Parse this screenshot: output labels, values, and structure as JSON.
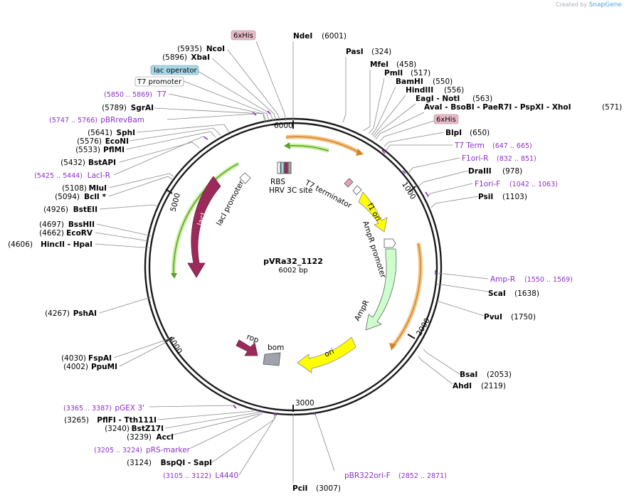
{
  "credit": {
    "prefix": "Created by",
    "brand": "SnapGene"
  },
  "plasmid": {
    "name": "pVRa32_1122",
    "size": "6002 bp"
  },
  "ticks": [
    "1000",
    "2000",
    "3000",
    "4000",
    "5000",
    "6000"
  ],
  "restriction_sites": [
    {
      "name": "NdeI",
      "pos": "(6001)"
    },
    {
      "name": "PasI",
      "pos": "(324)"
    },
    {
      "name": "MfeI",
      "pos": "(458)"
    },
    {
      "name": "PmlI",
      "pos": "(517)"
    },
    {
      "name": "BamHI",
      "pos": "(550)"
    },
    {
      "name": "HindIII",
      "pos": "(556)"
    },
    {
      "name": "EagI - NotI",
      "pos": "(563)"
    },
    {
      "name": "AvaI - BsoBI - PaeR7I - PspXI - XhoI",
      "pos": "(571)"
    },
    {
      "name": "BlpI",
      "pos": "(650)"
    },
    {
      "name": "DraIII",
      "pos": "(978)"
    },
    {
      "name": "PsiI",
      "pos": "(1103)"
    },
    {
      "name": "ScaI",
      "pos": "(1638)"
    },
    {
      "name": "PvuI",
      "pos": "(1750)"
    },
    {
      "name": "BsaI",
      "pos": "(2053)"
    },
    {
      "name": "AhdI",
      "pos": "(2119)"
    },
    {
      "name": "PciI",
      "pos": "(3007)"
    },
    {
      "name": "BspQI - SapI",
      "pos": "(3124)"
    },
    {
      "name": "AccI",
      "pos": "(3239)"
    },
    {
      "name": "BstZ17I",
      "pos": "(3240)"
    },
    {
      "name": "PflFI - Tth111I",
      "pos": "(3265)"
    },
    {
      "name": "PpuMI",
      "pos": "(4002)"
    },
    {
      "name": "FspAI",
      "pos": "(4030)"
    },
    {
      "name": "PshAI",
      "pos": "(4267)"
    },
    {
      "name": "HincII - HpaI",
      "pos": "(4606)"
    },
    {
      "name": "EcoRV",
      "pos": "(4662)"
    },
    {
      "name": "BssHII",
      "pos": "(4697)"
    },
    {
      "name": "BstEII",
      "pos": "(4926)"
    },
    {
      "name": "BclI *",
      "pos": "(5094)"
    },
    {
      "name": "MluI",
      "pos": "(5108)"
    },
    {
      "name": "BstAPI",
      "pos": "(5432)"
    },
    {
      "name": "PflMI",
      "pos": "(5533)"
    },
    {
      "name": "EcoNI",
      "pos": "(5576)"
    },
    {
      "name": "SphI",
      "pos": "(5641)"
    },
    {
      "name": "SgrAI",
      "pos": "(5789)"
    },
    {
      "name": "XbaI",
      "pos": "(5896)"
    },
    {
      "name": "NcoI",
      "pos": "(5935)"
    }
  ],
  "primers": [
    {
      "name": "T7 Term",
      "range": "(647 .. 665)"
    },
    {
      "name": "F1ori-R",
      "range": "(832 .. 851)"
    },
    {
      "name": "F1ori-F",
      "range": "(1042 .. 1063)"
    },
    {
      "name": "Amp-R",
      "range": "(1550 .. 1569)"
    },
    {
      "name": "pBR322ori-F",
      "range": "(2852 .. 2871)"
    },
    {
      "name": "L4440",
      "range": "(3105 .. 3122)"
    },
    {
      "name": "pRS-marker",
      "range": "(3205 .. 3224)"
    },
    {
      "name": "pGEX 3'",
      "range": "(3365 .. 3387)"
    },
    {
      "name": "LacI-R",
      "range": "(5425 .. 5444)"
    },
    {
      "name": "pBRrevBam",
      "range": "(5747 .. 5766)"
    },
    {
      "name": "T7",
      "range": "(5850 .. 5869)"
    }
  ],
  "boxed_features": {
    "his_top": "6xHis",
    "his_right": "6xHis",
    "lac_operator": "lac operator",
    "t7_promoter": "T7 promoter"
  },
  "features": {
    "rbs": "RBS",
    "hrv": "HRV 3C site",
    "t7_terminator": "T7 terminator",
    "f1_ori": "f1 ori",
    "ampr_promoter": "AmpR promoter",
    "ampr": "AmpR",
    "ori": "ori",
    "bom": "bom",
    "rop": "rop",
    "laci": "lacI",
    "laci_promoter": "lacI promoter"
  },
  "colors": {
    "backbone": "#1a1a1a",
    "laci": "#9b2a5a",
    "f1_ori": "#ffff00",
    "ori": "#ffff00",
    "ampr": "#ccffcc",
    "primer": "#8b2fc9",
    "orange_arc": "#d2852a",
    "green_arc": "#5aa02c",
    "lac_operator_box": "#a8d8e8",
    "his_box": "#e7bcc8",
    "bom": "#a0a4aa"
  }
}
